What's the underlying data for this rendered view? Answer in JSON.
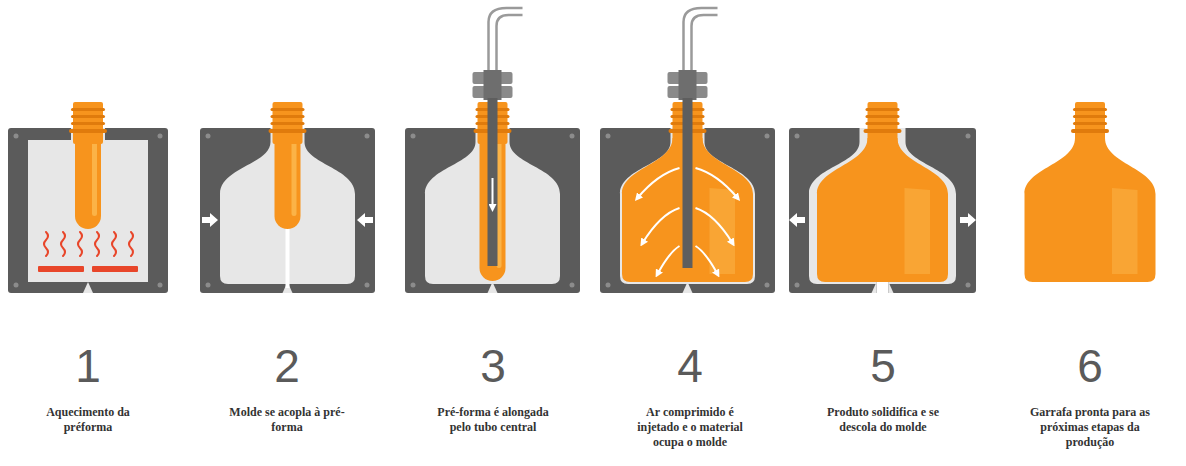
{
  "diagram": {
    "labels": [
      "1",
      "Aquecimento da préforma",
      "2",
      "Molde se acopla à pré-forma",
      "3",
      "Pré-forma é alongada pelo tubo central",
      "4",
      "Ar comprimido é injetado e o material ocupa o molde",
      "5",
      "Produto solidifica e se descola do molde",
      "6",
      "Garrafa pronta para as próximas etapas da produção"
    ]
  }
}
